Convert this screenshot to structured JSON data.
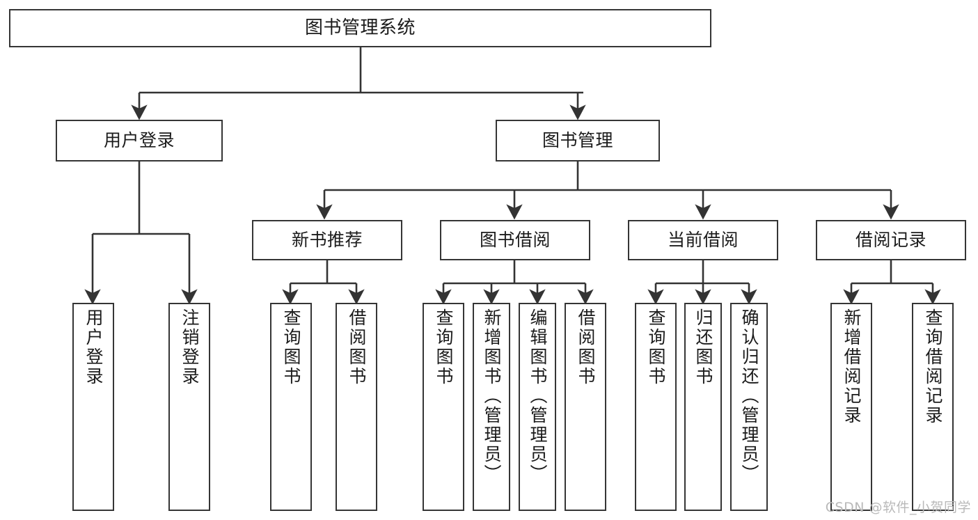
{
  "diagram": {
    "title": "图书管理系统",
    "type": "tree-structure-chart",
    "root": {
      "label": "图书管理系统"
    },
    "level2": [
      {
        "label": "用户登录"
      },
      {
        "label": "图书管理"
      }
    ],
    "level3": [
      {
        "label": "新书推荐"
      },
      {
        "label": "图书借阅"
      },
      {
        "label": "当前借阅"
      },
      {
        "label": "借阅记录"
      }
    ],
    "leaves": {
      "user_login": [
        {
          "label": "用户登录"
        },
        {
          "label": "注销登录"
        }
      ],
      "new_book_recommend": [
        {
          "label": "查询图书"
        },
        {
          "label": "借阅图书"
        }
      ],
      "book_borrow": [
        {
          "label": "查询图书"
        },
        {
          "label": "新增图书（管理员）"
        },
        {
          "label": "编辑图书（管理员）"
        },
        {
          "label": "借阅图书"
        }
      ],
      "current_borrow": [
        {
          "label": "查询图书"
        },
        {
          "label": "归还图书"
        },
        {
          "label": "确认归还（管理员）"
        }
      ],
      "borrow_record": [
        {
          "label": "新增借阅记录"
        },
        {
          "label": "查询借阅记录"
        }
      ]
    }
  },
  "watermark": {
    "text": "CSDN @软件_小贺同学"
  },
  "colors": {
    "box_border": "#353535",
    "box_fill": "#ffffff",
    "line": "#333333",
    "text": "#1b1b1b",
    "watermark": "#b9b9b9"
  }
}
